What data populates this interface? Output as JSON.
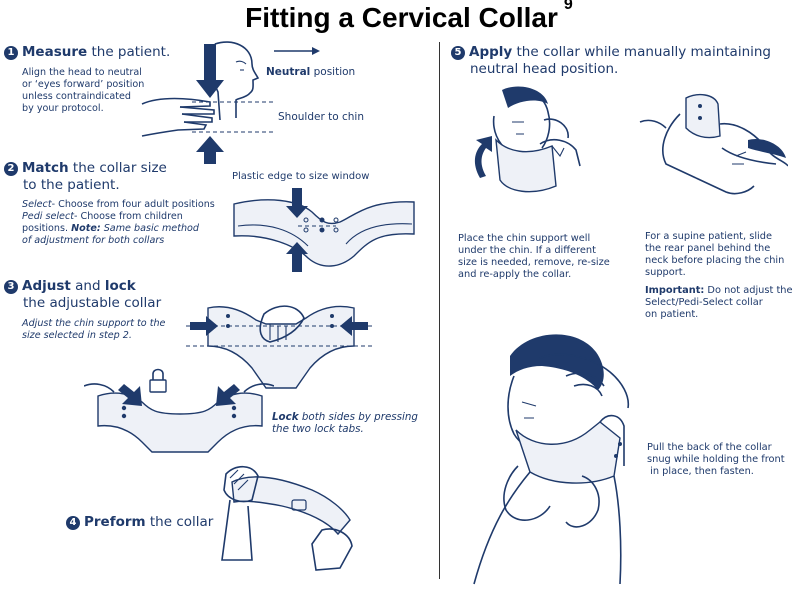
{
  "title": "Fitting a Cervical Collar",
  "title_sup": "9",
  "step1": {
    "num": "1",
    "bold": "Measure",
    "rest": " the patient.",
    "desc": [
      "Align the head to neutral",
      "or ‘eyes forward’ position",
      "unless contraindicated",
      "by your protocol."
    ],
    "neutral_bold": "Neutral",
    "neutral_rest": " position",
    "shoulder": "Shoulder to chin"
  },
  "step2": {
    "num": "2",
    "bold": "Match",
    "rest": " the collar size",
    "line2": "to the patient.",
    "select_label": "Select",
    "select_text": "- Choose from four adult positions",
    "pedi_label": "Pedi select",
    "pedi_text": "- Choose from children",
    "pos_text": "positions. ",
    "note_label": "Note:",
    "note_text": " Same basic method",
    "note_line2": "of adjustment for both collars",
    "plastic": "Plastic edge to size window"
  },
  "step3": {
    "num": "3",
    "bold1": "Adjust",
    "mid": " and ",
    "bold2": "lock",
    "line2": "the adjustable collar",
    "desc": [
      "Adjust the chin support to the",
      "size selected in step 2."
    ],
    "lock_bold": "Lock",
    "lock_rest": " both sides by pressing",
    "lock_line2": "the two lock tabs."
  },
  "step4": {
    "num": "4",
    "bold": "Preform",
    "rest": " the collar"
  },
  "step5": {
    "num": "5",
    "bold": "Apply",
    "rest": " the collar while manually maintaining",
    "line2": "neutral head position.",
    "place": [
      "Place the chin support well",
      "under the chin. If a different",
      "size is needed, remove, re-size",
      "and re-apply the collar."
    ],
    "supine": [
      "For a supine patient, slide",
      "the rear panel behind the",
      "neck before placing the chin",
      "support."
    ],
    "important_bold": "Important:",
    "important_rest": " Do not adjust the",
    "important_lines": [
      "Select/Pedi-Select collar",
      "on patient."
    ],
    "pull": [
      "Pull the back of the collar",
      "snug while holding the front",
      " in place, then fasten."
    ]
  }
}
